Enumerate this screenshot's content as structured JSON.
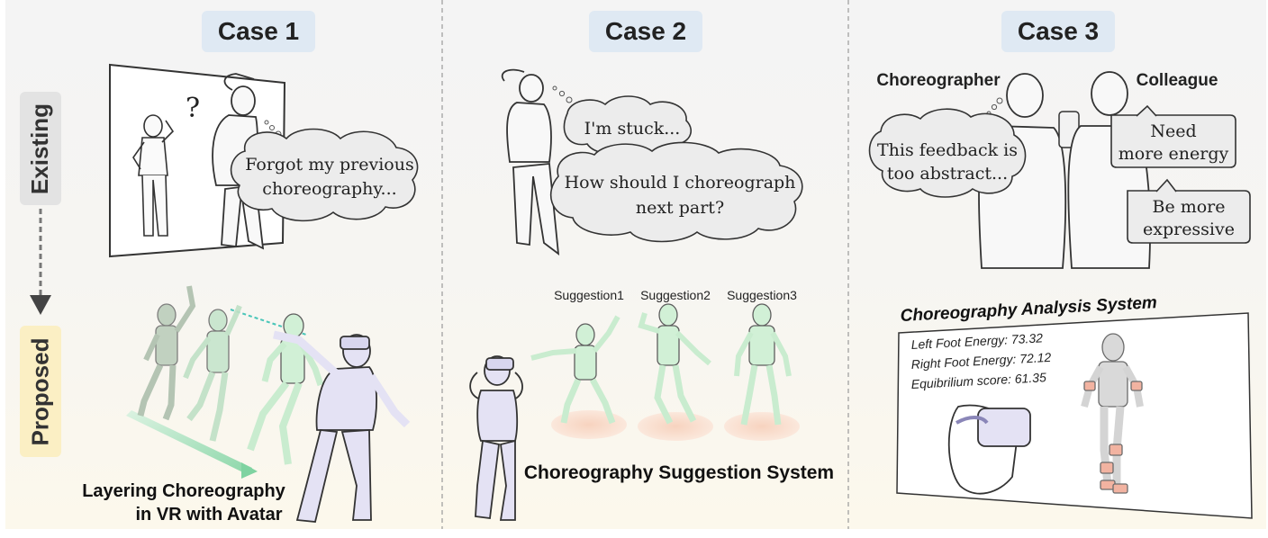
{
  "cases": [
    {
      "label": "Case 1"
    },
    {
      "label": "Case 2"
    },
    {
      "label": "Case 3"
    }
  ],
  "rows": {
    "existing": "Existing",
    "proposed": "Proposed"
  },
  "case1": {
    "question_mark": "?",
    "bubble_line1": "Forgot my previous",
    "bubble_line2": "choreography...",
    "caption_line1": "Layering Choreography",
    "caption_line2": "in VR with Avatar"
  },
  "case2": {
    "bubble_small": "I'm stuck...",
    "bubble_line1": "How should I choreograph",
    "bubble_line2": "next part?",
    "suggestions": [
      "Suggestion1",
      "Suggestion2",
      "Suggestion3"
    ],
    "caption": "Choreography Suggestion System"
  },
  "case3": {
    "choreographer_label": "Choreographer",
    "colleague_label": "Colleague",
    "thought_line1": "This feedback is",
    "thought_line2": "too abstract...",
    "speech1_line1": "Need",
    "speech1_line2": "more energy",
    "speech2_line1": "Be more",
    "speech2_line2": "expressive",
    "system_title": "Choreography Analysis System",
    "metrics": [
      "Left Foot Energy: 73.32",
      "Right Foot Energy: 72.12",
      "Equibrilium score: 61.35"
    ]
  }
}
